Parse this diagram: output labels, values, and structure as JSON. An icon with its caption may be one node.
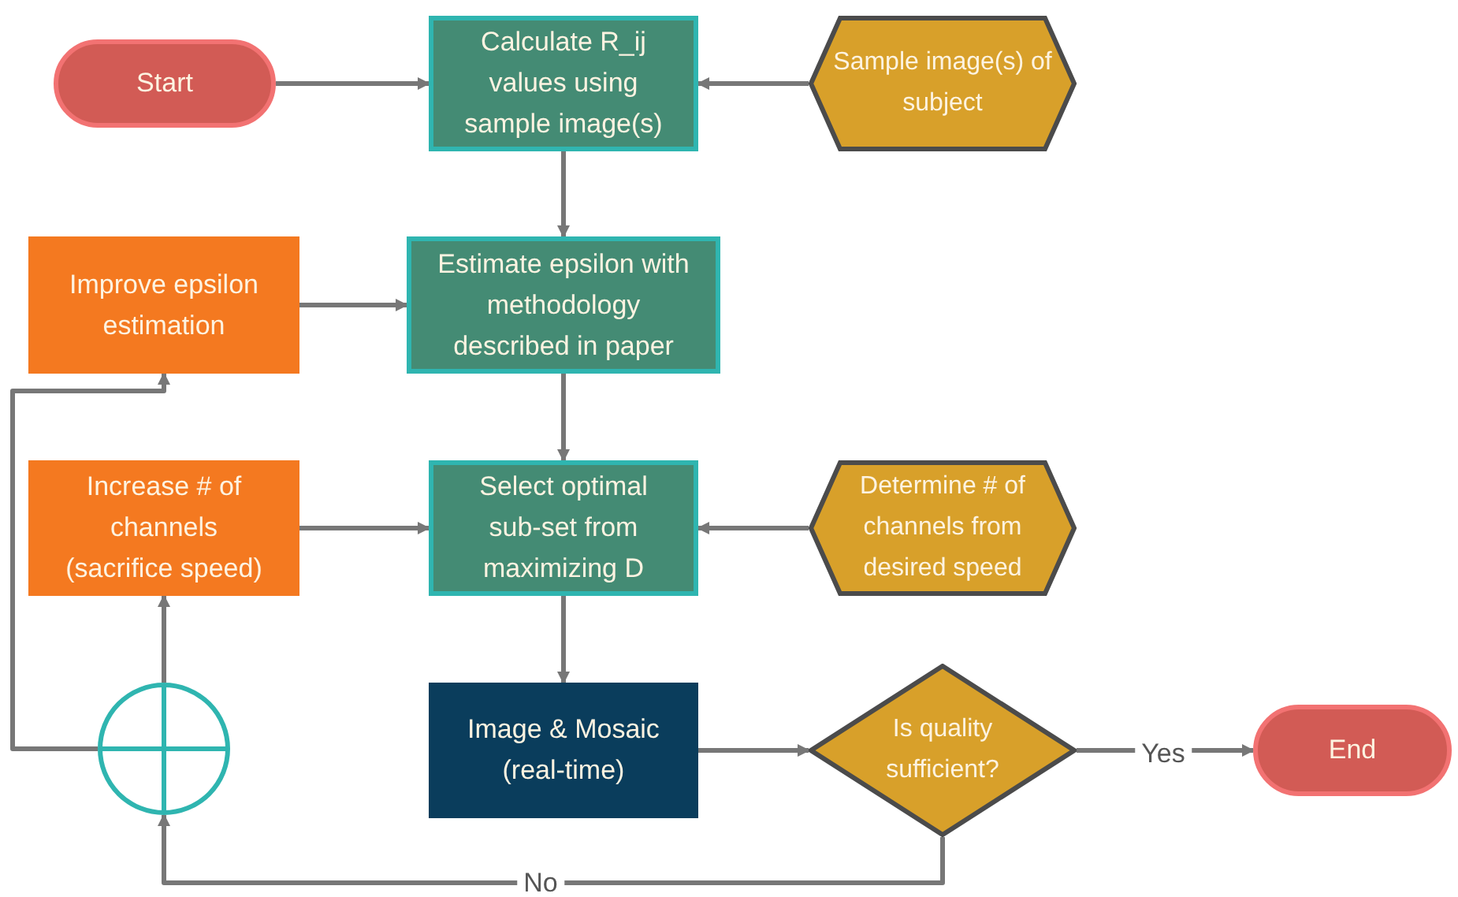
{
  "diagram": {
    "nodes": [
      {
        "text": [
          "Start"
        ]
      },
      {
        "text": [
          "Calculate R_ij values using sample image(s)"
        ]
      },
      {
        "text": [
          "Sample image(s) of subject"
        ]
      },
      {
        "text": [
          "Improve epsilon estimation"
        ]
      },
      {
        "text": [
          "Estimate epsilon with methodology described in paper"
        ]
      },
      {
        "text": [
          "Increase # of channels (sacrifice speed)"
        ]
      },
      {
        "text": [
          "Select optimal sub-set from maximizing D"
        ]
      },
      {
        "text": [
          "Determine # of channels from desired speed"
        ]
      },
      {
        "text": [
          "Image & Mosaic (real-time)"
        ]
      },
      {
        "text": [
          "Is quality sufficient?"
        ]
      },
      {
        "text": [
          "End"
        ]
      },
      {
        "text": [],
        "shape": "circle"
      }
    ],
    "edges": [
      {
        "from": 0,
        "to": 1,
        "arrow": "to"
      },
      {
        "from": 2,
        "to": 1,
        "arrow": "to"
      },
      {
        "from": 1,
        "to": 4,
        "arrow": "to"
      },
      {
        "from": 3,
        "to": 4,
        "arrow": "to"
      },
      {
        "from": 4,
        "to": 6,
        "arrow": "to"
      },
      {
        "from": 5,
        "to": 6,
        "arrow": "to"
      },
      {
        "from": 7,
        "to": 6,
        "arrow": "to"
      },
      {
        "from": 6,
        "to": 8,
        "arrow": "to"
      },
      {
        "from": 8,
        "to": 9,
        "arrow": "to"
      },
      {
        "from": 9,
        "to": 10,
        "arrow": "to",
        "label": "Yes"
      },
      {
        "from": 9,
        "to": 11,
        "arrow": "to",
        "label": "No"
      },
      {
        "from": 11,
        "to": 5,
        "arrow": "to"
      },
      {
        "from": 11,
        "to": 3,
        "arrow": "to"
      }
    ]
  }
}
